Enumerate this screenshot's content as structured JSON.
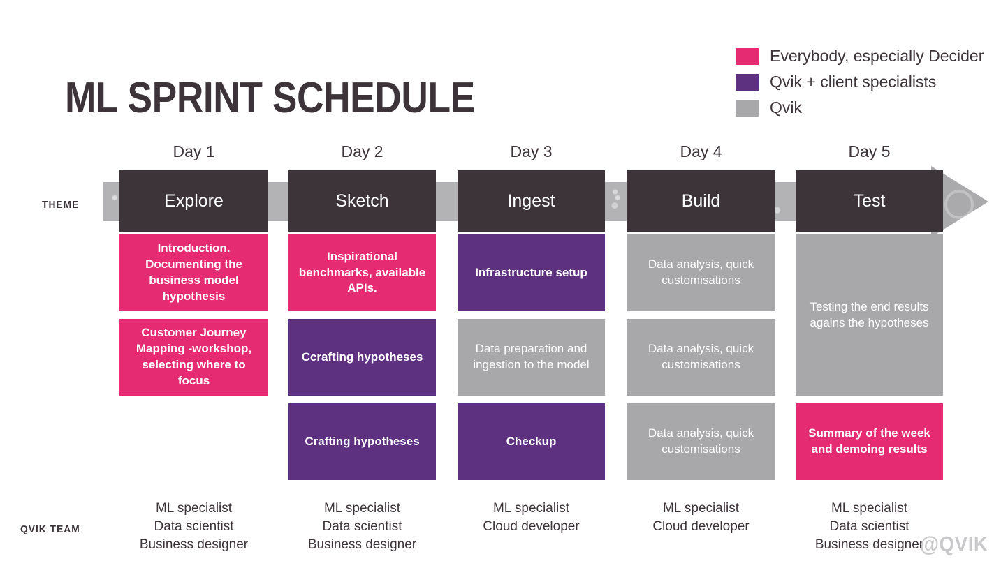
{
  "title": "ML SPRINT SCHEDULE",
  "watermark": "@QVIK",
  "colors": {
    "pink": "#e52c72",
    "purple": "#5e3080",
    "gray": "#a8a8aa",
    "dark": "#3d343a",
    "band": "#b3b3b5"
  },
  "legend": {
    "items": [
      {
        "label": "Everybody, especially Decider",
        "color": "#e52c72"
      },
      {
        "label": "Qvik + client specialists",
        "color": "#5e3080"
      },
      {
        "label": "Qvik",
        "color": "#a8a8aa"
      }
    ]
  },
  "row_labels": {
    "theme": "THEME",
    "team": "QVIK TEAM"
  },
  "columns": [
    {
      "day": "Day 1",
      "theme": "Explore",
      "cards": [
        {
          "text": "Introduction. Documenting the business model hypothesis",
          "color": "#e52c72",
          "row": 1,
          "span": 1
        },
        {
          "text": "Customer Journey Mapping -workshop, selecting where to focus",
          "color": "#e52c72",
          "row": 2,
          "span": 1
        }
      ],
      "team": [
        "ML specialist",
        "Data scientist",
        "Business designer"
      ]
    },
    {
      "day": "Day 2",
      "theme": "Sketch",
      "cards": [
        {
          "text": "Inspirational benchmarks, available APIs.",
          "color": "#e52c72",
          "row": 1,
          "span": 1
        },
        {
          "text": "Ccrafting hypotheses",
          "color": "#5e3080",
          "row": 2,
          "span": 1
        },
        {
          "text": "Crafting hypotheses",
          "color": "#5e3080",
          "row": 3,
          "span": 1
        }
      ],
      "team": [
        "ML specialist",
        "Data scientist",
        "Business designer"
      ]
    },
    {
      "day": "Day 3",
      "theme": "Ingest",
      "cards": [
        {
          "text": "Infrastructure setup",
          "color": "#5e3080",
          "row": 1,
          "span": 1
        },
        {
          "text": "Data preparation and ingestion to the model",
          "color": "#a8a8aa",
          "row": 2,
          "span": 1
        },
        {
          "text": "Checkup",
          "color": "#5e3080",
          "row": 3,
          "span": 1
        }
      ],
      "team": [
        "ML specialist",
        "Cloud developer"
      ]
    },
    {
      "day": "Day 4",
      "theme": "Build",
      "cards": [
        {
          "text": "Data analysis, quick customisations",
          "color": "#a8a8aa",
          "row": 1,
          "span": 1
        },
        {
          "text": "Data analysis, quick customisations",
          "color": "#a8a8aa",
          "row": 2,
          "span": 1
        },
        {
          "text": "Data analysis, quick customisations",
          "color": "#a8a8aa",
          "row": 3,
          "span": 1
        }
      ],
      "team": [
        "ML specialist",
        "Cloud developer"
      ]
    },
    {
      "day": "Day 5",
      "theme": "Test",
      "cards": [
        {
          "text": "Testing the end results agains the hypotheses",
          "color": "#a8a8aa",
          "row": 1,
          "span": 2
        },
        {
          "text": "Summary of the week and demoing results",
          "color": "#e52c72",
          "row": 3,
          "span": 1
        }
      ],
      "team": [
        "ML specialist",
        "Data scientist",
        "Business designer"
      ]
    }
  ]
}
